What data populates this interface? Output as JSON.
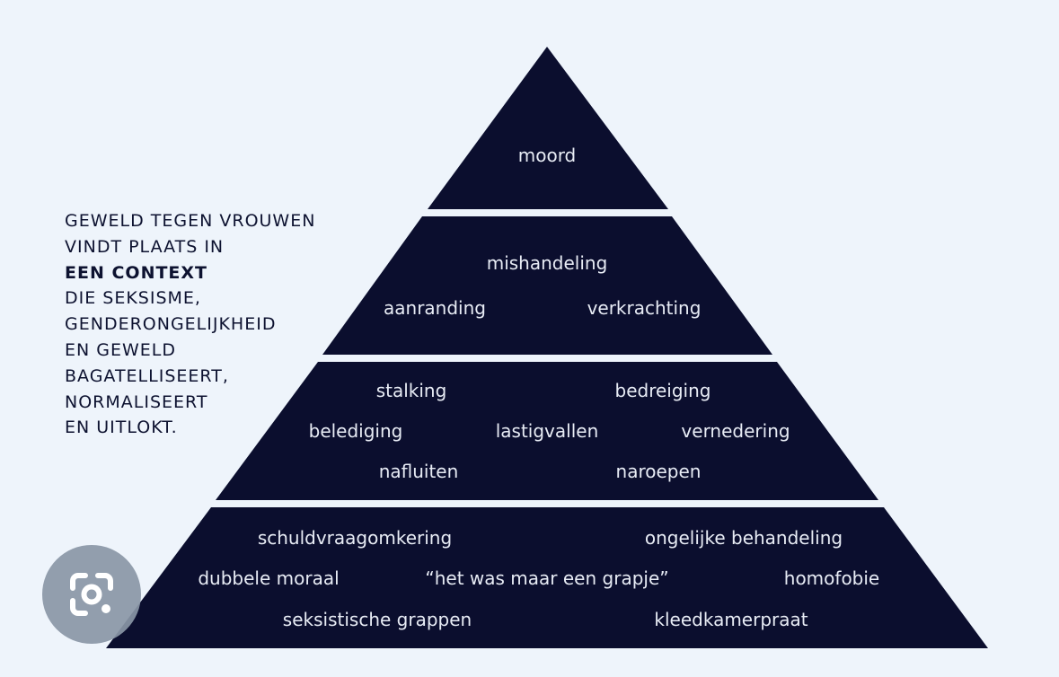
{
  "side_text": [
    {
      "text": "GEWELD TEGEN VROUWEN",
      "bold": false
    },
    {
      "text": "VINDT PLAATS IN",
      "bold": false
    },
    {
      "text": "EEN CONTEXT",
      "bold": true
    },
    {
      "text": "DIE SEKSISME,",
      "bold": false
    },
    {
      "text": "GENDERONGELIJKHEID",
      "bold": false
    },
    {
      "text": "EN GEWELD",
      "bold": false
    },
    {
      "text": "BAGATELLISEERT,",
      "bold": false
    },
    {
      "text": "NORMALISEERT",
      "bold": false
    },
    {
      "text": "EN UITLOKT.",
      "bold": false
    }
  ],
  "pyramid": {
    "fill_color": "#0b0e2e",
    "text_color": "#e8ecf5",
    "levels": [
      {
        "name": "level-top",
        "rows": [
          [
            "moord"
          ]
        ]
      },
      {
        "name": "level-2",
        "rows": [
          [
            "mishandeling"
          ],
          [
            "aanranding",
            "verkrachting"
          ]
        ]
      },
      {
        "name": "level-3",
        "rows": [
          [
            "stalking",
            "bedreiging"
          ],
          [
            "belediging",
            "lastigvallen",
            "vernedering"
          ],
          [
            "nafluiten",
            "naroepen"
          ]
        ]
      },
      {
        "name": "level-base",
        "rows": [
          [
            "schuldvraagomkering",
            "ongelijke behandeling"
          ],
          [
            "dubbele moraal",
            "“het was maar een grapje”",
            "homofobie"
          ],
          [
            "seksistische grappen",
            "kleedkamerpraat"
          ]
        ]
      }
    ]
  },
  "lens_button": {
    "icon": "google-lens-camera-icon"
  }
}
